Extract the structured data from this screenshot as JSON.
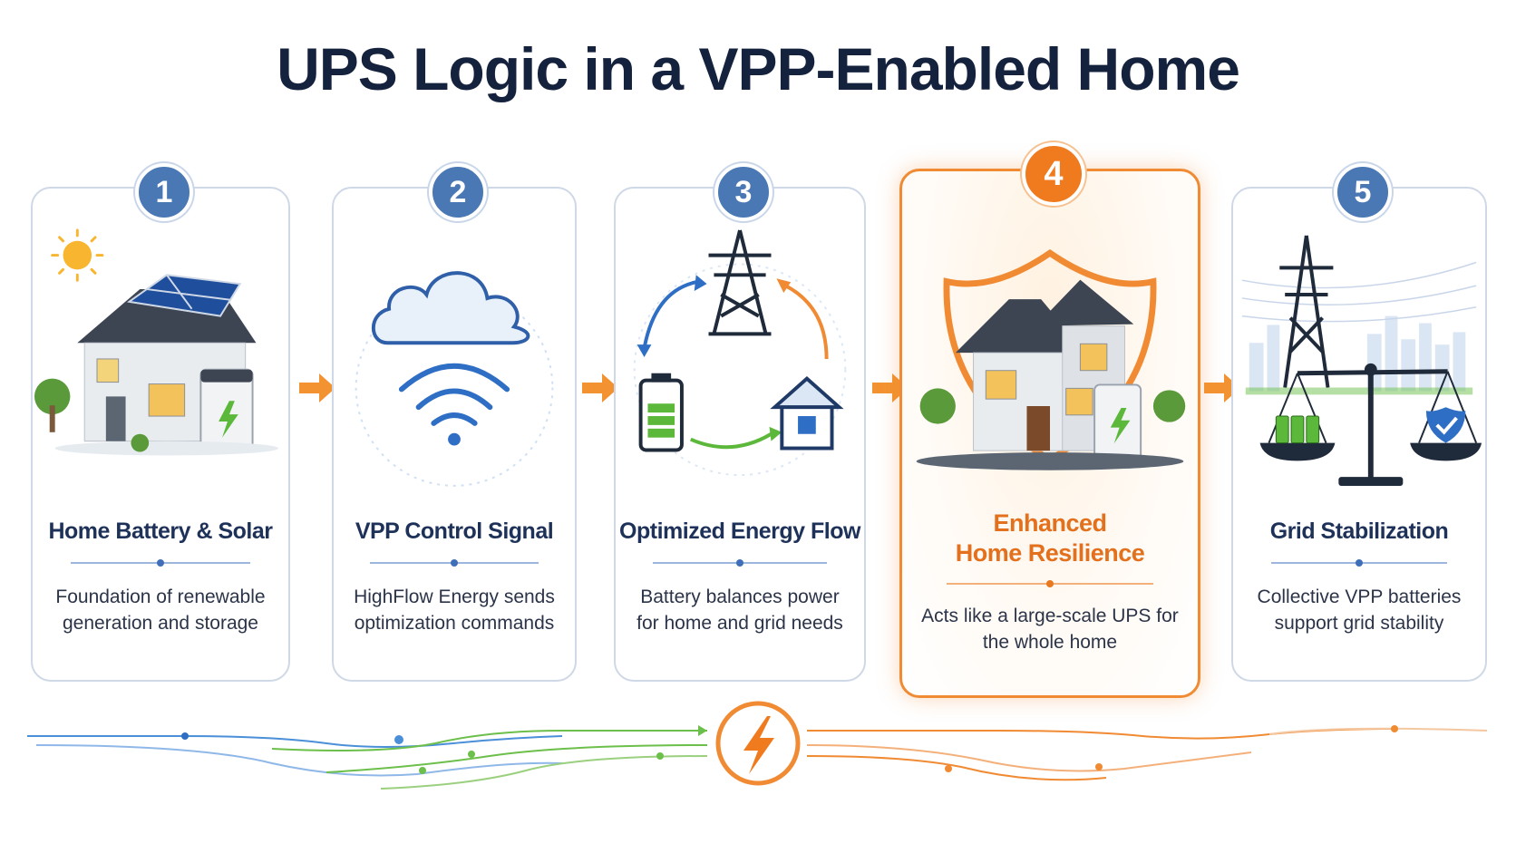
{
  "title": "UPS Logic in a VPP-Enabled Home",
  "steps": [
    {
      "number": "1",
      "title": "Home Battery & Solar",
      "description": "Foundation of renewable generation and storage",
      "icon": "solar-house-icon"
    },
    {
      "number": "2",
      "title": "VPP Control Signal",
      "description": "HighFlow Energy sends optimization commands",
      "icon": "cloud-signal-icon"
    },
    {
      "number": "3",
      "title": "Optimized Energy Flow",
      "description": "Battery balances power for home and grid needs",
      "icon": "energy-flow-cycle-icon"
    },
    {
      "number": "4",
      "title_line1": "Enhanced",
      "title_line2": "Home Resilience",
      "description": "Acts like a large-scale UPS for the whole home",
      "icon": "shielded-house-icon",
      "highlighted": true
    },
    {
      "number": "5",
      "title": "Grid Stabilization",
      "description": "Collective VPP batteries support grid stability",
      "icon": "grid-balance-icon"
    }
  ],
  "colors": {
    "title": "#14223d",
    "step_badge": "#4a78b5",
    "highlight": "#f07a1e",
    "arrow": "#f39230",
    "blue_flow": "#4a8fd8",
    "green_flow": "#6cbf4a",
    "orange_flow": "#f08a33"
  }
}
